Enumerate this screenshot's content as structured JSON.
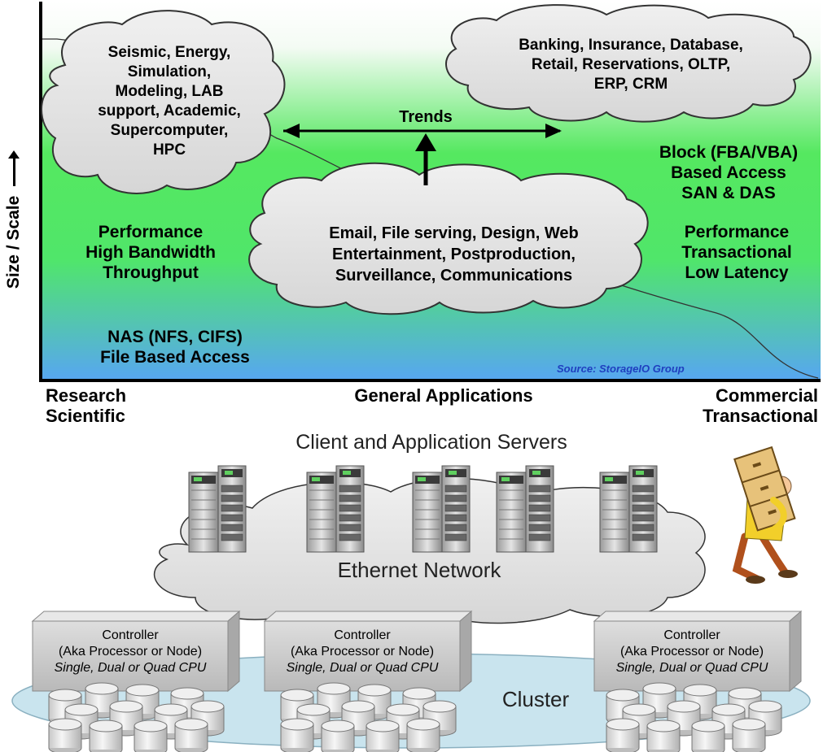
{
  "chart_area": {
    "y_axis_label": "Size / Scale",
    "source": "Source: StorageIO Group",
    "trends_label": "Trends",
    "clouds": {
      "research": [
        "Seismic, Energy,",
        "Simulation,",
        "Modeling, LAB",
        "support, Academic,",
        "Supercomputer,",
        "HPC"
      ],
      "commercial": [
        "Banking, Insurance, Database,",
        "Retail, Reservations, OLTP,",
        "ERP, CRM"
      ],
      "general": [
        "Email, File serving, Design, Web",
        "Entertainment, Postproduction,",
        "Surveillance, Communications"
      ]
    },
    "left_perf": [
      "Performance",
      "High Bandwidth",
      "Throughput"
    ],
    "left_access": [
      "NAS (NFS, CIFS)",
      "File Based Access"
    ],
    "right_block": [
      "Block (FBA/VBA)",
      "Based Access",
      "SAN & DAS"
    ],
    "right_perf": [
      "Performance",
      "Transactional",
      "Low Latency"
    ]
  },
  "categories": {
    "left": [
      "Research",
      "Scientific"
    ],
    "middle": "General Applications",
    "right": [
      "Commercial",
      "Transactional"
    ]
  },
  "network": {
    "servers_title": "Client and Application Servers",
    "ethernet_label": "Ethernet Network",
    "cluster_label": "Cluster",
    "controllers": [
      {
        "title": "Controller",
        "aka": "(Aka Processor or Node)",
        "cpu": "Single, Dual or Quad CPU"
      },
      {
        "title": "Controller",
        "aka": "(Aka Processor or Node)",
        "cpu": "Single, Dual or Quad CPU"
      },
      {
        "title": "Controller",
        "aka": "(Aka Processor or Node)",
        "cpu": "Single, Dual or Quad CPU"
      }
    ]
  },
  "colors": {
    "gradient_top": "#ffffff",
    "gradient_mid": "#4ee85a",
    "gradient_bottom": "#56a8f0",
    "source_text": "#1f3fbf"
  }
}
